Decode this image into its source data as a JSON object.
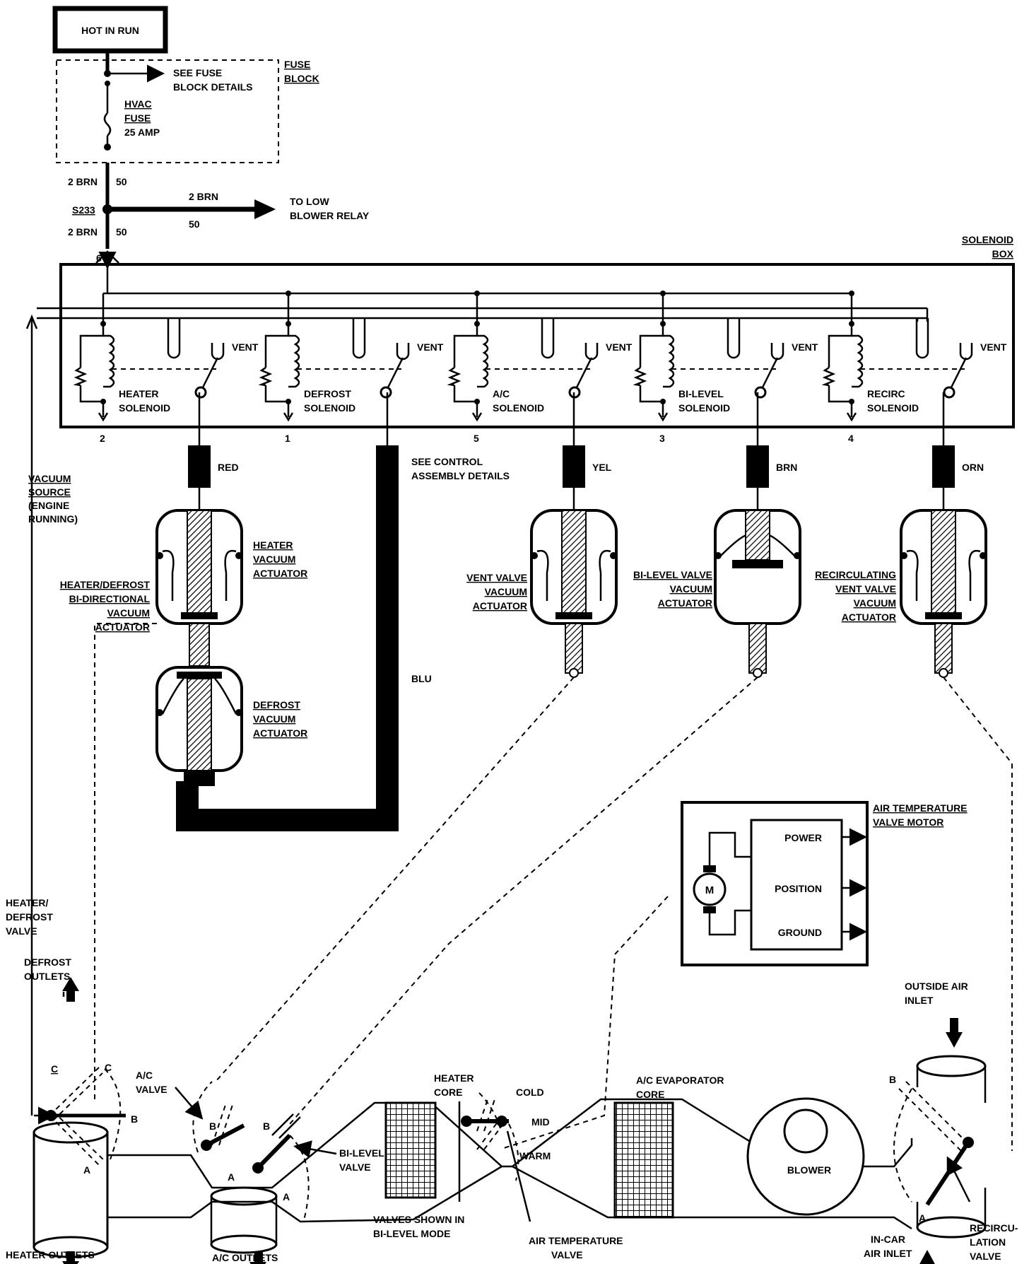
{
  "power": {
    "hot_in_run": "HOT IN RUN",
    "fuse_block": [
      "FUSE",
      "BLOCK"
    ],
    "see_fuse": [
      "SEE FUSE",
      "BLOCK DETAILS"
    ],
    "fuse": [
      "HVAC",
      "FUSE",
      "25 AMP"
    ],
    "wire_top": "2 BRN",
    "circuit_top": "50",
    "splice": "S233",
    "wire_bottom": "2 BRN",
    "circuit_bottom": "50",
    "branch_wire": "2 BRN",
    "branch_circuit": "50",
    "to_low_blower": [
      "TO LOW",
      "BLOWER RELAY"
    ],
    "pin_in": "6"
  },
  "solenoid_box": {
    "title": [
      "SOLENOID",
      "BOX"
    ],
    "vent": "VENT",
    "solenoids": [
      {
        "name": [
          "HEATER",
          "SOLENOID"
        ],
        "pin": "2"
      },
      {
        "name": [
          "DEFROST",
          "SOLENOID"
        ],
        "pin": "1"
      },
      {
        "name": [
          "A/C",
          "SOLENOID"
        ],
        "pin": "5"
      },
      {
        "name": [
          "BI-LEVEL",
          "SOLENOID"
        ],
        "pin": "3"
      },
      {
        "name": [
          "RECIRC",
          "SOLENOID"
        ],
        "pin": "4"
      }
    ]
  },
  "vacuum": {
    "source": [
      "VACUUM",
      "SOURCE",
      "(ENGINE",
      "RUNNING)"
    ],
    "hose_colors": {
      "red": "RED",
      "yel": "YEL",
      "brn": "BRN",
      "orn": "ORN",
      "blu": "BLU"
    },
    "see_control": [
      "SEE CONTROL",
      "ASSEMBLY DETAILS"
    ],
    "heater_actuator": [
      "HEATER",
      "VACUUM",
      "ACTUATOR"
    ],
    "bidirectional": [
      "HEATER/DEFROST",
      "BI-DIRECTIONAL",
      "VACUUM",
      "ACTUATOR"
    ],
    "defrost_actuator": [
      "DEFROST",
      "VACUUM",
      "ACTUATOR"
    ],
    "vent_actuator": [
      "VENT VALVE",
      "VACUUM",
      "ACTUATOR"
    ],
    "bilevel_actuator": [
      "BI-LEVEL VALVE",
      "VACUUM",
      "ACTUATOR"
    ],
    "recirc_actuator": [
      "RECIRCULATING",
      "VENT VALVE",
      "VACUUM",
      "ACTUATOR"
    ]
  },
  "motor": {
    "title": [
      "AIR TEMPERATURE",
      "VALVE MOTOR"
    ],
    "symbol": "M",
    "power": "POWER",
    "position": "POSITION",
    "ground": "GROUND"
  },
  "duct": {
    "heater_defrost_valve": [
      "HEATER/",
      "DEFROST",
      "VALVE"
    ],
    "defrost_outlets": [
      "DEFROST",
      "OUTLETS"
    ],
    "heater_outlets": "HEATER OUTLETS",
    "ac_valve": [
      "A/C",
      "VALVE"
    ],
    "ac_outlets": "A/C OUTLETS",
    "bilevel_valve": [
      "BI-LEVEL",
      "VALVE"
    ],
    "valves_shown": [
      "VALVES SHOWN IN",
      "BI-LEVEL MODE"
    ],
    "heater_core": [
      "HEATER",
      "CORE"
    ],
    "cold": "COLD",
    "mid": "MID",
    "warm": "WARM",
    "air_temp_valve": [
      "AIR TEMPERATURE",
      "VALVE"
    ],
    "evaporator": [
      "A/C EVAPORATOR",
      "CORE"
    ],
    "blower": "BLOWER",
    "outside_air": [
      "OUTSIDE AIR",
      "INLET"
    ],
    "incar_air": [
      "IN-CAR",
      "AIR INLET"
    ],
    "recirc_valve": [
      "RECIRCU-",
      "LATION",
      "VALVE"
    ],
    "pos_a": "A",
    "pos_b": "B",
    "pos_c": "C"
  }
}
